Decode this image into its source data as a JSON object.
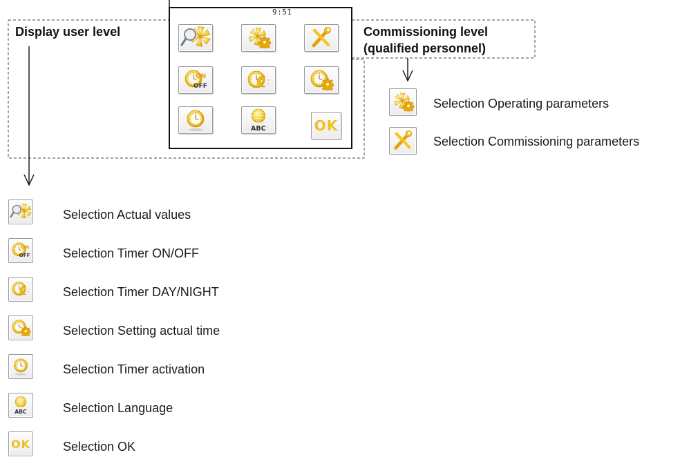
{
  "clock": "9:51",
  "headings": {
    "display_user_level": "Display user level",
    "commissioning_line1": "Commissioning level",
    "commissioning_line2": "(qualified personnel)"
  },
  "screen_buttons": [
    {
      "icon": "actual-values-icon"
    },
    {
      "icon": "operating-parameters-icon"
    },
    {
      "icon": "commissioning-parameters-icon"
    },
    {
      "icon": "timer-on-off-icon"
    },
    {
      "icon": "timer-day-night-icon"
    },
    {
      "icon": "setting-actual-time-icon"
    },
    {
      "icon": "timer-activation-icon"
    },
    {
      "icon": "language-icon"
    },
    {
      "icon": "ok-icon",
      "text": "OK"
    }
  ],
  "commissioning_legend": [
    {
      "icon": "operating-parameters-icon",
      "label": "Selection Operating parameters"
    },
    {
      "icon": "commissioning-parameters-icon",
      "label": "Selection Commissioning parameters"
    }
  ],
  "user_legend": [
    {
      "icon": "actual-values-icon",
      "label": "Selection Actual values"
    },
    {
      "icon": "timer-on-off-icon",
      "label": "Selection Timer ON/OFF"
    },
    {
      "icon": "timer-day-night-icon",
      "label": "Selection Timer DAY/NIGHT"
    },
    {
      "icon": "setting-actual-time-icon",
      "label": "Selection Setting actual time"
    },
    {
      "icon": "timer-activation-icon",
      "label": "Selection Timer activation"
    },
    {
      "icon": "language-icon",
      "label": "Selection Language"
    },
    {
      "icon": "ok-icon",
      "label": "Selection OK"
    }
  ],
  "icon_text": {
    "on": "ON",
    "off": "OFF",
    "abc": "ABC",
    "ok": "OK"
  },
  "colors": {
    "icon_yellow": "#f2c318",
    "icon_orange": "#e8a10a",
    "ok_yellow": "#f0c020"
  }
}
